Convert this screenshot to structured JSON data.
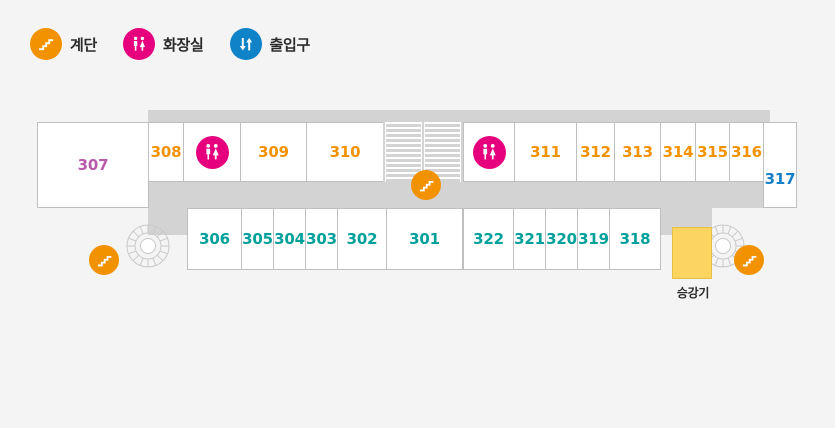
{
  "legend": {
    "items": [
      {
        "icon": "stairs-icon",
        "label": "계단",
        "color": "#f39200"
      },
      {
        "icon": "restroom-icon",
        "label": "화장실",
        "color": "#e6007e"
      },
      {
        "icon": "entrance-icon",
        "label": "출입구",
        "color": "#0f82c8"
      }
    ]
  },
  "map": {
    "top_rooms": [
      {
        "label": "307",
        "color": "#b95bab"
      },
      {
        "label": "308",
        "color": "#f39200"
      },
      {
        "label": "309",
        "color": "#f39200"
      },
      {
        "label": "310",
        "color": "#f39200"
      },
      {
        "label": "311",
        "color": "#f39200"
      },
      {
        "label": "312",
        "color": "#f39200"
      },
      {
        "label": "313",
        "color": "#f39200"
      },
      {
        "label": "314",
        "color": "#f39200"
      },
      {
        "label": "315",
        "color": "#f39200"
      },
      {
        "label": "316",
        "color": "#f39200"
      },
      {
        "label": "317",
        "color": "#1580c8"
      }
    ],
    "bottom_rooms": [
      {
        "label": "306",
        "color": "#00a09b"
      },
      {
        "label": "305",
        "color": "#00a09b"
      },
      {
        "label": "304",
        "color": "#00a09b"
      },
      {
        "label": "303",
        "color": "#00a09b"
      },
      {
        "label": "302",
        "color": "#00a09b"
      },
      {
        "label": "301",
        "color": "#00a09b"
      },
      {
        "label": "322",
        "color": "#00a09b"
      },
      {
        "label": "321",
        "color": "#00a09b"
      },
      {
        "label": "320",
        "color": "#00a09b"
      },
      {
        "label": "319",
        "color": "#00a09b"
      },
      {
        "label": "318",
        "color": "#00a09b"
      }
    ],
    "restrooms": [
      {
        "name": "restroom-west"
      },
      {
        "name": "restroom-east"
      }
    ],
    "elevator": {
      "label": "승강기",
      "color": "#fcd462"
    },
    "stairs_markers": [
      {
        "name": "stairs-marker-west"
      },
      {
        "name": "stairs-marker-center"
      },
      {
        "name": "stairs-marker-east"
      }
    ],
    "spiral_stairs": [
      {
        "name": "spiral-stair-west"
      },
      {
        "name": "spiral-stair-east"
      }
    ],
    "corridor_color": "#d3d3d3",
    "room_fill": "#ffffff",
    "room_border": "#bfbfbf",
    "background": "#f4f4f4"
  }
}
